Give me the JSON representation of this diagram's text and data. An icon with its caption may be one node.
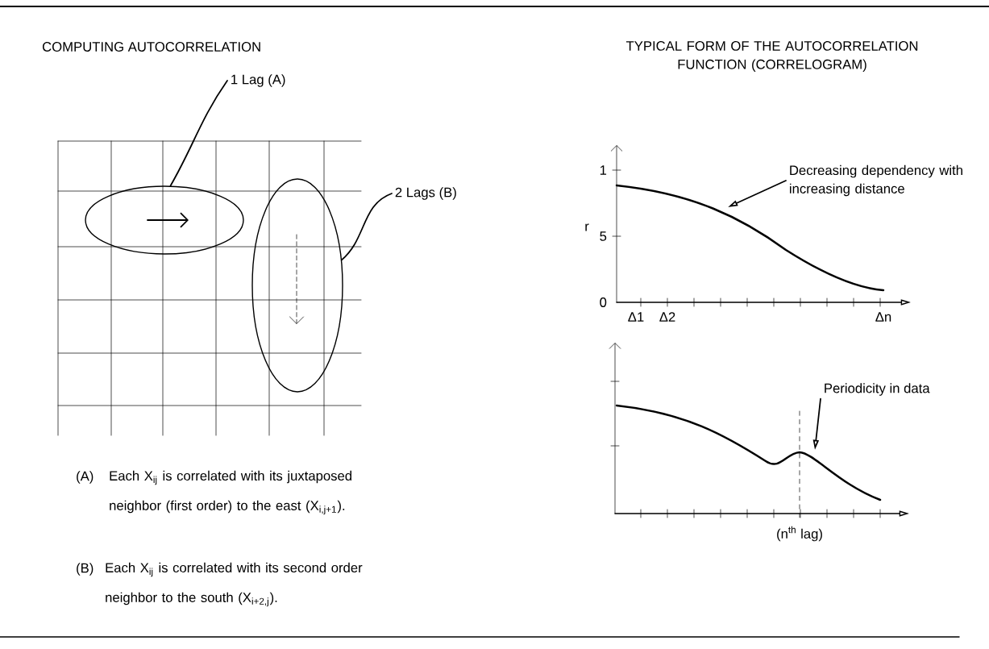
{
  "diagram": {
    "nodes": [
      {
        "text": [
          "1 Lag (A)"
        ]
      },
      {
        "text": [],
        "shape": "ellipse"
      },
      {
        "text": [
          "2 Lags (B)"
        ]
      },
      {
        "text": [],
        "shape": "ellipse"
      },
      {
        "text": [
          "Decreasing dependency with increasing distance"
        ]
      },
      {
        "text": [
          "Periodicity in data"
        ]
      }
    ],
    "edges": [
      {
        "from": 0,
        "to": 1,
        "arrow": "none"
      },
      {
        "from": 2,
        "to": 3,
        "arrow": "none"
      },
      {
        "from": 4,
        "to": null,
        "arrow": "to"
      },
      {
        "from": 5,
        "to": null,
        "arrow": "to"
      }
    ],
    "labels": [
      "COMPUTING AUTOCORRELATION",
      "TYPICAL FORM OF THE AUTOCORRELATION FUNCTION (CORRELOGRAM)",
      "1",
      "r",
      "5",
      "0",
      "Δ1",
      "Δ2",
      "Δn",
      "(A)",
      "Each X$_{ij}$ is correlated with its juxtaposed neighbor (first order) to the east (X$_{i,j+1}$).",
      "(n$^{th}$ lag)",
      "(B)",
      "Each X$_{ij}$ is correlated with its second order neighbor to the south (X$_{i+2,j}$)."
    ]
  }
}
